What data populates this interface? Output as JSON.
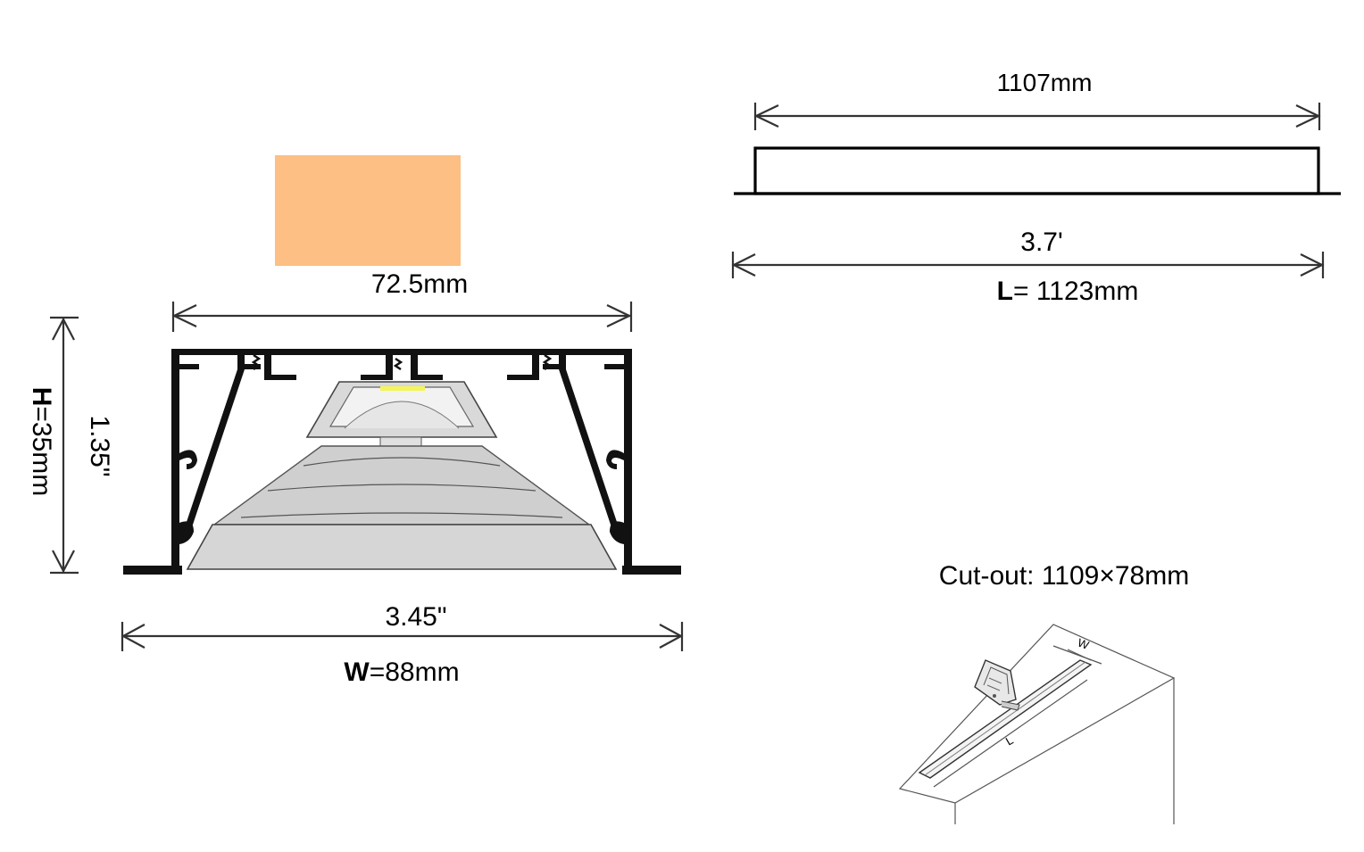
{
  "cross_section": {
    "diffuser_width_label": "72.5mm",
    "height_inch_label": "1.35\"",
    "height_label_prefix": "H",
    "height_label_value": "=35mm",
    "width_inch_label": "3.45\"",
    "width_label_prefix": "W",
    "width_label_value": "=88mm",
    "swatch_color": "#fdbf83"
  },
  "length_view": {
    "top_length_label": "1107mm",
    "overall_inch_label": "3.7'",
    "overall_label_prefix": "L",
    "overall_label_value": "= 1123mm"
  },
  "installation": {
    "cutout_label": "Cut-out: 1109×78mm",
    "w_marker": "W",
    "l_marker": "L"
  }
}
